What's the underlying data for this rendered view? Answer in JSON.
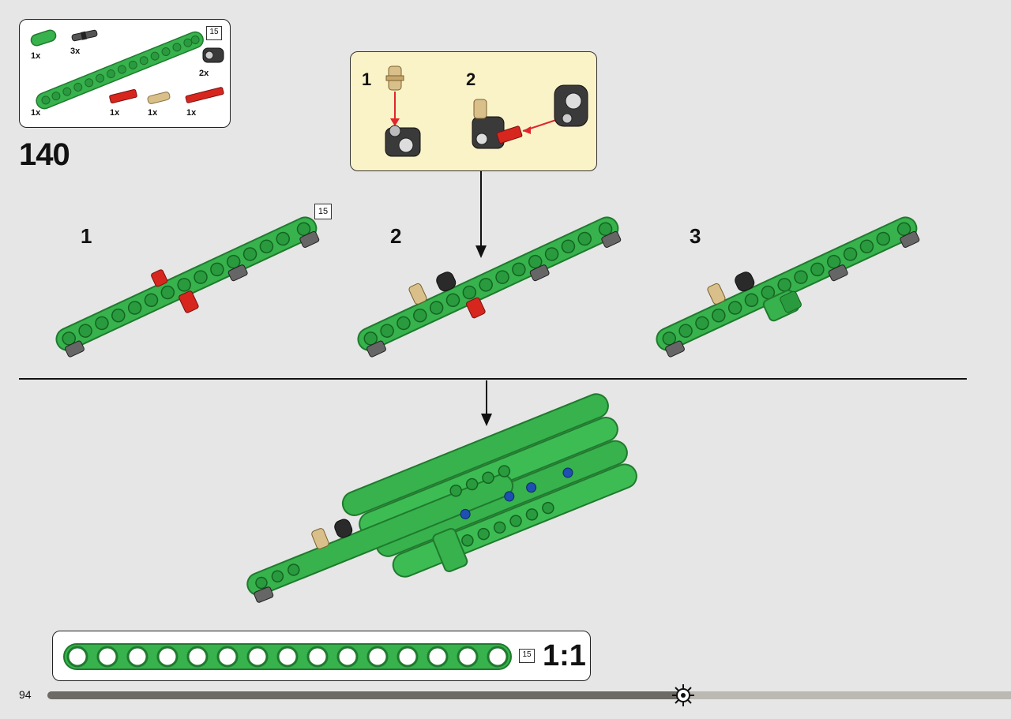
{
  "page": {
    "number": "94",
    "step_number": "140",
    "progress": 0.66
  },
  "parts_list": {
    "items": [
      {
        "name": "beam-short-green",
        "qty": "1x"
      },
      {
        "name": "axle-pin-black",
        "qty": "3x"
      },
      {
        "name": "connector-black",
        "qty": "2x"
      },
      {
        "name": "beam-15-green",
        "qty": "1x"
      },
      {
        "name": "axle-red-short",
        "qty": "1x"
      },
      {
        "name": "pin-tan",
        "qty": "1x"
      },
      {
        "name": "axle-red-long",
        "qty": "1x"
      }
    ],
    "length_badge": "15"
  },
  "callout": {
    "substep_1": "1",
    "substep_2": "2"
  },
  "substeps": {
    "step_1": "1",
    "step_2": "2",
    "step_3": "3",
    "length_badge": "15"
  },
  "scale": {
    "label": "1:1",
    "length_badge": "15"
  },
  "colors": {
    "beam_green": "#37b24d",
    "beam_dark": "#1f7a2d",
    "axle_red": "#d7261e",
    "arrow_red": "#e0262c",
    "pin_tan": "#d9c08a",
    "connector_black": "#3a3a3a",
    "callout_bg": "#fbf3c8"
  }
}
